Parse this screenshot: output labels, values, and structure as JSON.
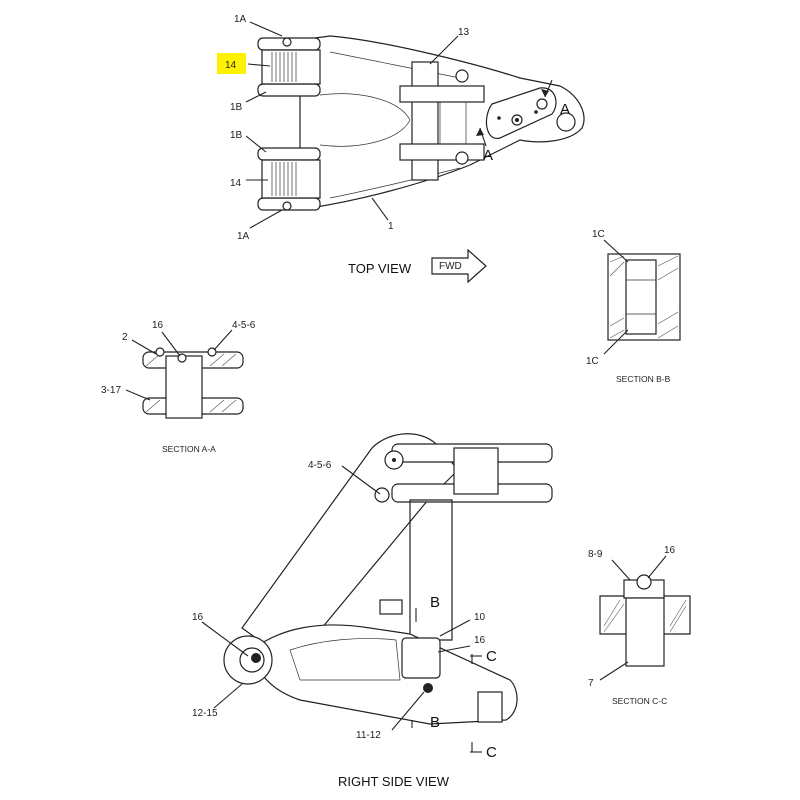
{
  "highlight_color": "#fff200",
  "views": {
    "top_view": "TOP VIEW",
    "fwd": "FWD",
    "right_side_view": "RIGHT SIDE VIEW"
  },
  "sections": {
    "aa": "SECTION A-A",
    "bb": "SECTION B-B",
    "cc": "SECTION C-C"
  },
  "callouts": {
    "top": {
      "c1a_top": "1A",
      "c14_top": "14",
      "c1b_top": "1B",
      "c1b_low": "1B",
      "c14_low": "14",
      "c1a_low": "1A",
      "c13": "13",
      "c1": "1",
      "a_upper": "A",
      "a_lower": "A"
    },
    "section_aa": {
      "c2": "2",
      "c16": "16",
      "c456": "4-5-6",
      "c317": "3-17"
    },
    "section_bb": {
      "c1c_top": "1C",
      "c1c_bot": "1C"
    },
    "side": {
      "c456": "4-5-6",
      "c16_left": "16",
      "c1215": "12-15",
      "c10": "10",
      "c16_right": "16",
      "c1112": "11-12",
      "b_upper": "B",
      "b_lower": "B",
      "c_upper": "C",
      "c_lower": "C"
    },
    "section_cc": {
      "c89": "8-9",
      "c16": "16",
      "c7": "7"
    }
  }
}
